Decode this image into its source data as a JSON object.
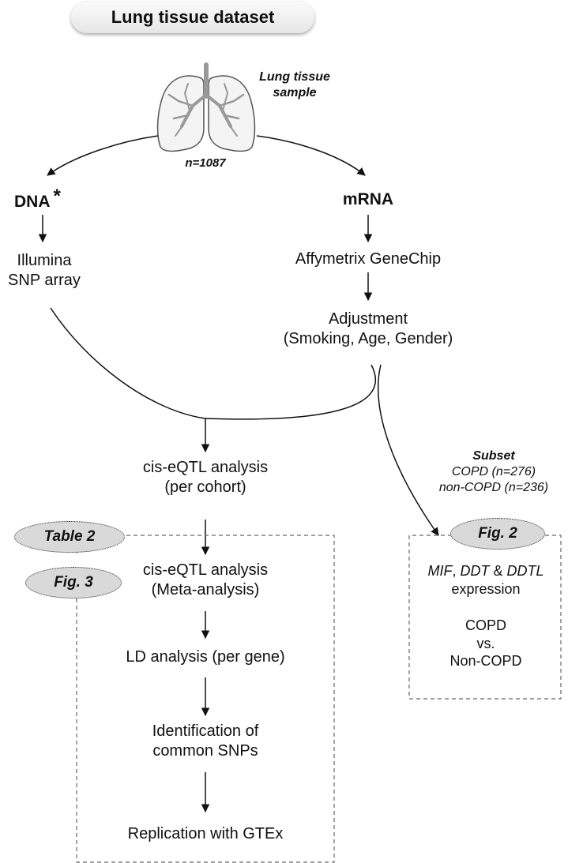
{
  "title": "Lung tissue dataset",
  "sample": {
    "label_line1": "Lung tissue",
    "label_line2": "sample",
    "n": "n=1087"
  },
  "dna": {
    "label": "DNA",
    "asterisk": "*",
    "platform_line1": "Illumina",
    "platform_line2": "SNP array"
  },
  "mrna": {
    "label": "mRNA",
    "platform": "Affymetrix GeneChip",
    "adjust_line1": "Adjustment",
    "adjust_line2": "(Smoking, Age, Gender)"
  },
  "analysis": {
    "ceqtl_line1": "cis-eQTL analysis",
    "ceqtl_line2": "(per cohort)",
    "meta_line1": "cis-eQTL analysis",
    "meta_line2": "(Meta-analysis)",
    "ld": "LD analysis (per gene)",
    "ident_line1": "Identification of",
    "ident_line2": "common SNPs",
    "replication": "Replication with GTEx"
  },
  "badges": {
    "table2": "Table 2",
    "fig3": "Fig. 3",
    "fig2": "Fig. 2"
  },
  "subset": {
    "title": "Subset",
    "copd": "COPD (n=276)",
    "noncopd": "non-COPD (n=236)"
  },
  "expression": {
    "gene1": "MIF",
    "sep1": ", ",
    "gene2": "DDT",
    "sep2": " & ",
    "gene3": "DDTL",
    "label": "expression",
    "group1": "COPD",
    "vs": "vs.",
    "group2": "Non-COPD"
  },
  "colors": {
    "lung_fill": "#f4f4f4",
    "lung_airway": "#999999",
    "badge_fill": "#d9d9d9",
    "line": "#111111"
  }
}
